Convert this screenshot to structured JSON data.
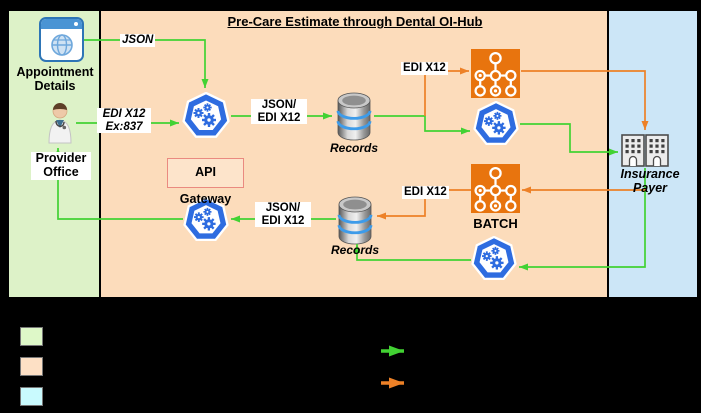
{
  "title": "Pre-Care Estimate through Dental OI-Hub",
  "nodes": {
    "appointment": {
      "line1": "Appointment",
      "line2": "Details"
    },
    "provider_office": {
      "line1": "Provider",
      "line2": "Office"
    },
    "api_gateway": {
      "label": "API Gateway"
    },
    "records": {
      "label": "Records"
    },
    "batch": {
      "label": "BATCH"
    },
    "insurance_payer": {
      "line1": "Insurance",
      "line2": "Payer"
    }
  },
  "edges": {
    "json": "JSON",
    "edi837": {
      "line1": "EDI X12",
      "line2": "Ex:837"
    },
    "json_edi": {
      "line1": "JSON/",
      "line2": "EDI X12"
    },
    "edi_x12": "EDI X12"
  },
  "colors": {
    "provider_zone_bg": "#ddf2c8",
    "hub_zone_bg": "#fcdcbb",
    "payer_zone_bg": "#cce6f7",
    "green_flow_arrow": "#42d233",
    "orange_flow_arrow": "#ed8127",
    "kubernetes_blue": "#2e6ce0",
    "workflow_icon_orange": "#e8740e",
    "api_gateway_border": "#ea8a80",
    "legend_green_swatch": "#def8c8",
    "legend_orange_swatch": "#fde0c5",
    "legend_cyan_swatch": "#c9fafe",
    "background": "#000000"
  }
}
